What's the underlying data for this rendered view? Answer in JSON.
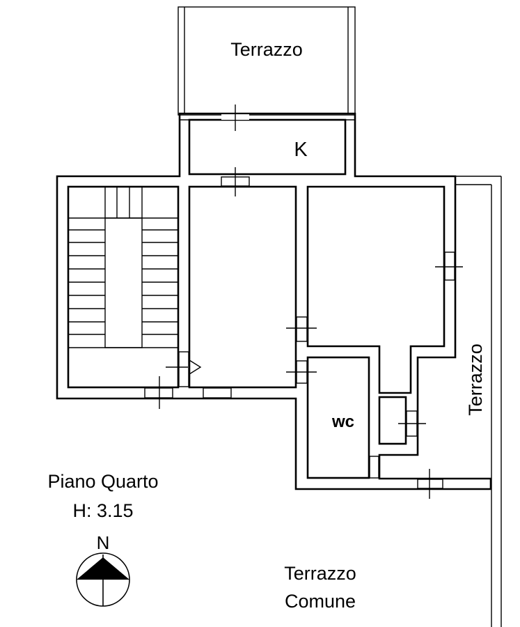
{
  "labels": {
    "terrazzo_top": "Terrazzo",
    "kitchen": "K",
    "wc": "wc",
    "terrazzo_right": "Terrazzo",
    "floor_name": "Piano Quarto",
    "floor_height": "H: 3.15",
    "north": "N",
    "terrazzo_comune_line1": "Terrazzo",
    "terrazzo_comune_line2": "Comune"
  }
}
